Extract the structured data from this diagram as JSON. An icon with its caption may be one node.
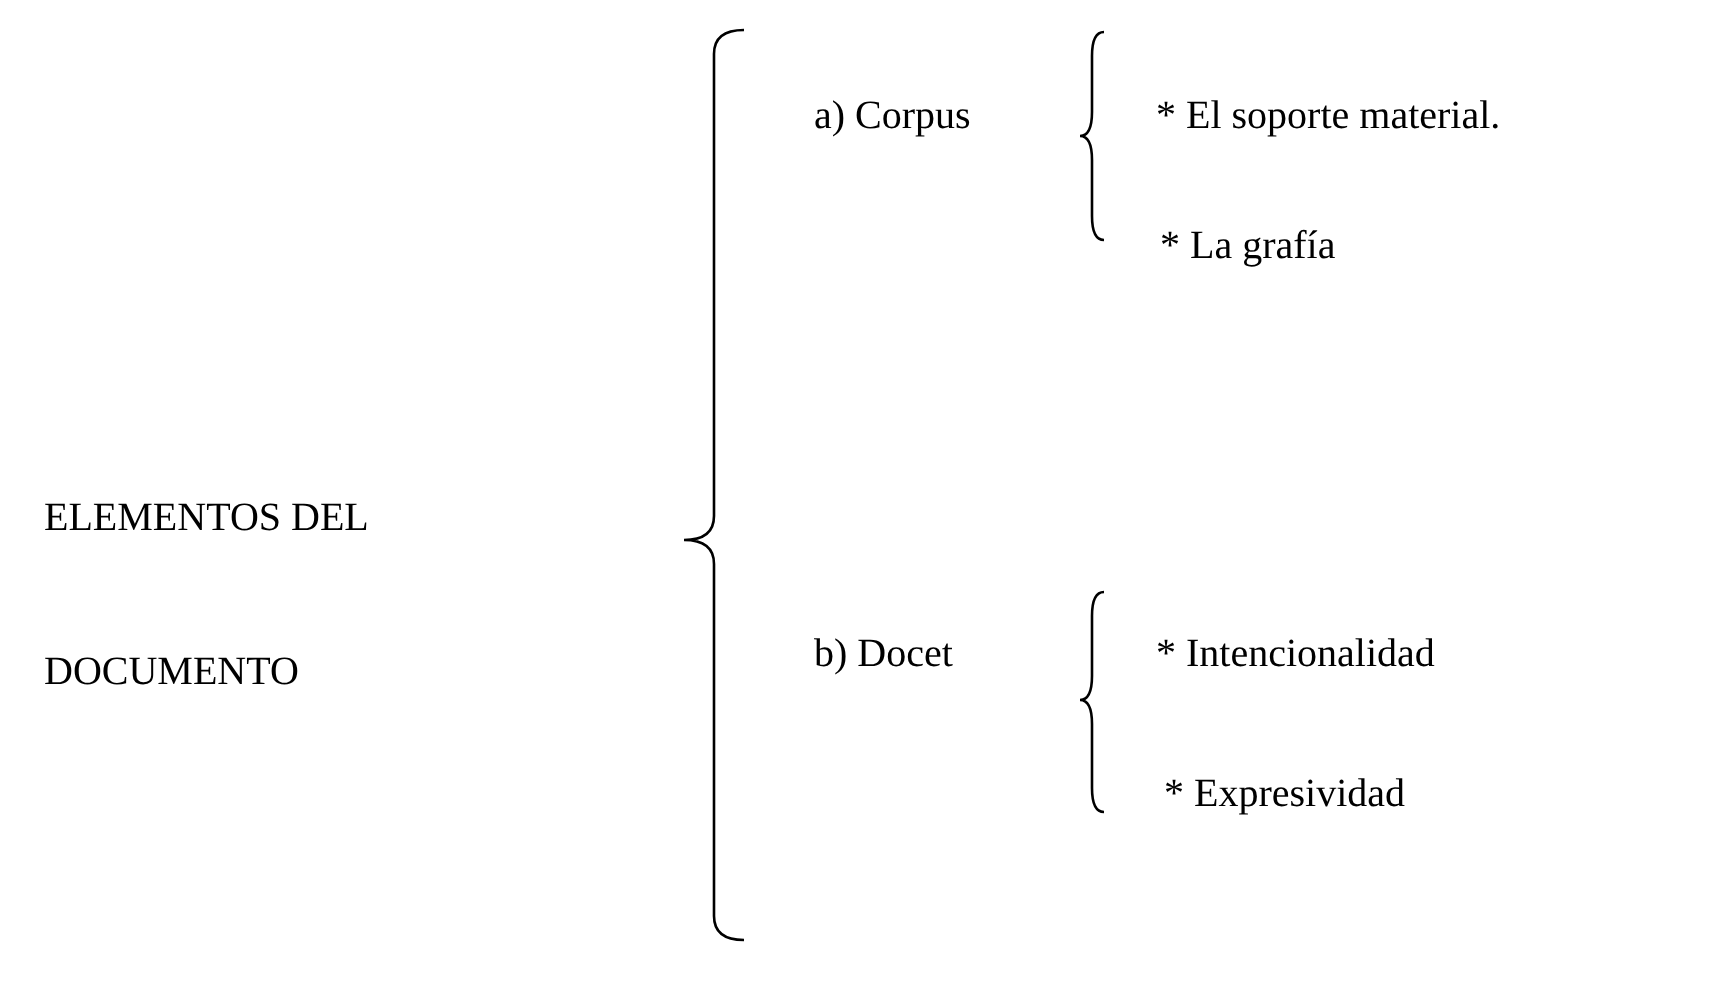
{
  "diagram": {
    "nodes": [
      {
        "text": [
          "ELEMENTOS DEL DOCUMENTO"
        ]
      },
      {
        "text": [
          "a) Corpus"
        ]
      },
      {
        "text": [
          "* El soporte material."
        ]
      },
      {
        "text": [
          "* La grafía"
        ]
      },
      {
        "text": [
          "b) Docet"
        ]
      },
      {
        "text": [
          "* Intencionalidad"
        ]
      },
      {
        "text": [
          "* Expresividad"
        ]
      }
    ],
    "edges": []
  }
}
